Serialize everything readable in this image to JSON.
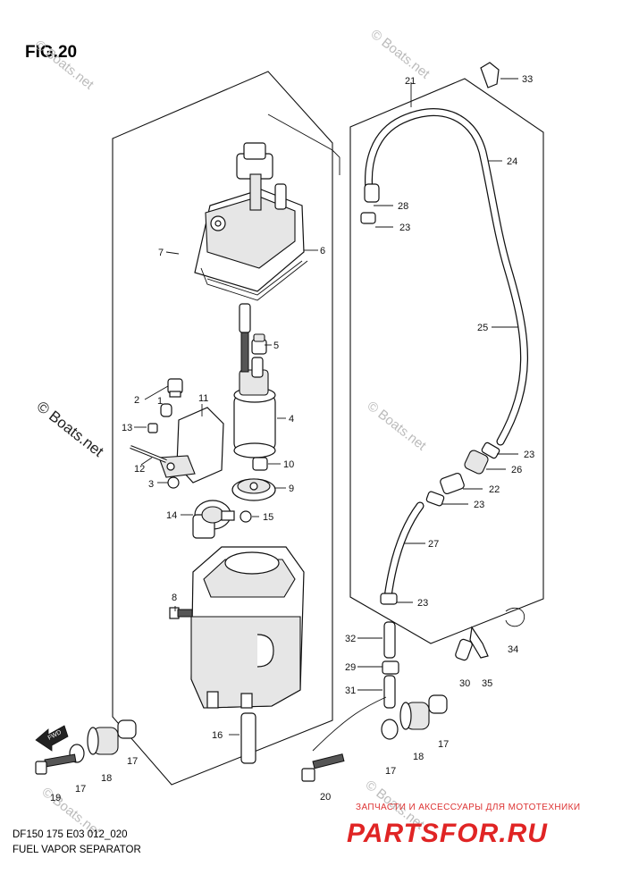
{
  "figure": {
    "title": "FIG.20"
  },
  "caption": {
    "model": "DF150 175 E03 012_020",
    "name": "FUEL VAPOR SEPARATOR"
  },
  "watermarks": {
    "boats": "© Boats.net"
  },
  "brand": {
    "subtitle": "ЗАПЧАСТИ И АКСЕССУАРЫ ДЛЯ МОТОТЕХНИКИ",
    "name": "PARTSFOR.RU"
  },
  "fwd_label": "FWD",
  "callouts": [
    "1",
    "2",
    "3",
    "4",
    "5",
    "6",
    "7",
    "8",
    "9",
    "10",
    "11",
    "12",
    "13",
    "14",
    "15",
    "16",
    "17",
    "17",
    "17",
    "17",
    "17",
    "18",
    "18",
    "19",
    "20",
    "21",
    "22",
    "23",
    "23",
    "23",
    "23",
    "23",
    "24",
    "25",
    "26",
    "27",
    "28",
    "29",
    "30",
    "31",
    "32",
    "33",
    "34",
    "35"
  ]
}
